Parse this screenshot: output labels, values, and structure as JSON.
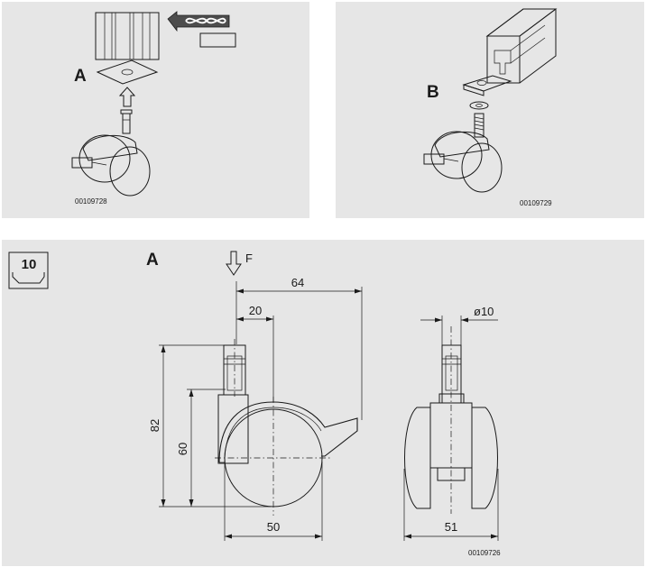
{
  "panel_a": {
    "label": "A",
    "code": "00109728"
  },
  "panel_b": {
    "label": "B",
    "code": "00109729"
  },
  "drawing": {
    "view_label": "A",
    "force_label": "F",
    "badge": "10",
    "dims": {
      "width_64": "64",
      "offset_20": "20",
      "height_82": "82",
      "height_60": "60",
      "wheel_50": "50",
      "diameter_10": "ø10",
      "width_51": "51"
    },
    "code": "00109726"
  }
}
